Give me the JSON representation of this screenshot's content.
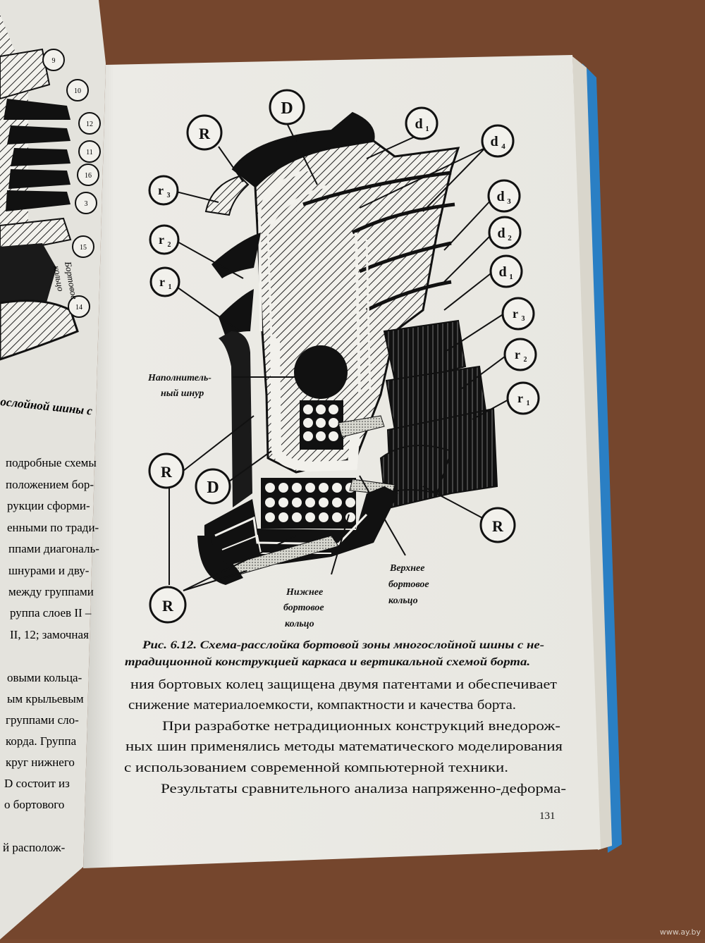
{
  "left_page": {
    "diagram_labels": [
      "9",
      "10",
      "12",
      "11",
      "16",
      "3",
      "15",
      "14"
    ],
    "bead_ring_label": [
      "Бортовое",
      "кольцо"
    ],
    "caption_fragment": "ослойной шины с",
    "text_lines": [
      "подробные схемы",
      "положением бор-",
      "рукции сформи-",
      "енными по тради-",
      "ппами диагональ-",
      "шнурами и дву-",
      "между группами",
      "руппа слоев II –",
      "II, 12; замочная",
      "",
      "овыми кольца-",
      "ым крыльевым",
      "группами сло-",
      "корда. Группа",
      "круг нижнего",
      "D состоит из",
      "о бортового",
      "",
      "й располож-"
    ]
  },
  "figure": {
    "labels": {
      "D_top": "D",
      "R_top": "R",
      "d1_top": "d",
      "d1_top_sub": "1",
      "d4": "d",
      "d4_sub": "4",
      "r3_left": "r",
      "r3_left_sub": "3",
      "d3": "d",
      "d3_sub": "3",
      "r2_left": "r",
      "r2_left_sub": "2",
      "d2": "d",
      "d2_sub": "2",
      "r1_left": "r",
      "r1_left_sub": "1",
      "d1_right": "d",
      "d1_right_sub": "1",
      "r3_right": "r",
      "r3_right_sub": "3",
      "r2_right": "r",
      "r2_right_sub": "2",
      "r1_right": "r",
      "r1_right_sub": "1",
      "R_mid_left": "R",
      "D_mid": "D",
      "R_right": "R",
      "R_bottom": "R"
    },
    "filler_cord_label": [
      "Наполнитель-",
      "ный шнур"
    ],
    "upper_ring_label": [
      "Верхнее",
      "бортовое",
      "кольцо"
    ],
    "lower_ring_label": [
      "Нижнее",
      "бортовое",
      "кольцо"
    ]
  },
  "caption": {
    "line1": "Рис. 6.12. Схема-расслойка бортовой зоны многослойной шины с не-",
    "line2": "традиционной конструкцией каркаса и вертикальной схемой борта."
  },
  "body_text": [
    "ния бортовых колец защищена двумя патентами  и обеспечивает",
    "снижение материалоемкости, компактности и качества борта.",
    "При разработке нетрадиционных конструкций внедорож-",
    "ных шин применялись методы математического моделирования",
    "с использованием современной компьютерной техники.",
    "Результаты сравнительного анализа напряженно-деформа-"
  ],
  "page_number": "131",
  "watermark": "www.ay.by",
  "colors": {
    "table": "#7a4a30",
    "paper": "#ecebe6",
    "ink": "#1a1a1a",
    "book_edge": "#2a7fc4"
  }
}
